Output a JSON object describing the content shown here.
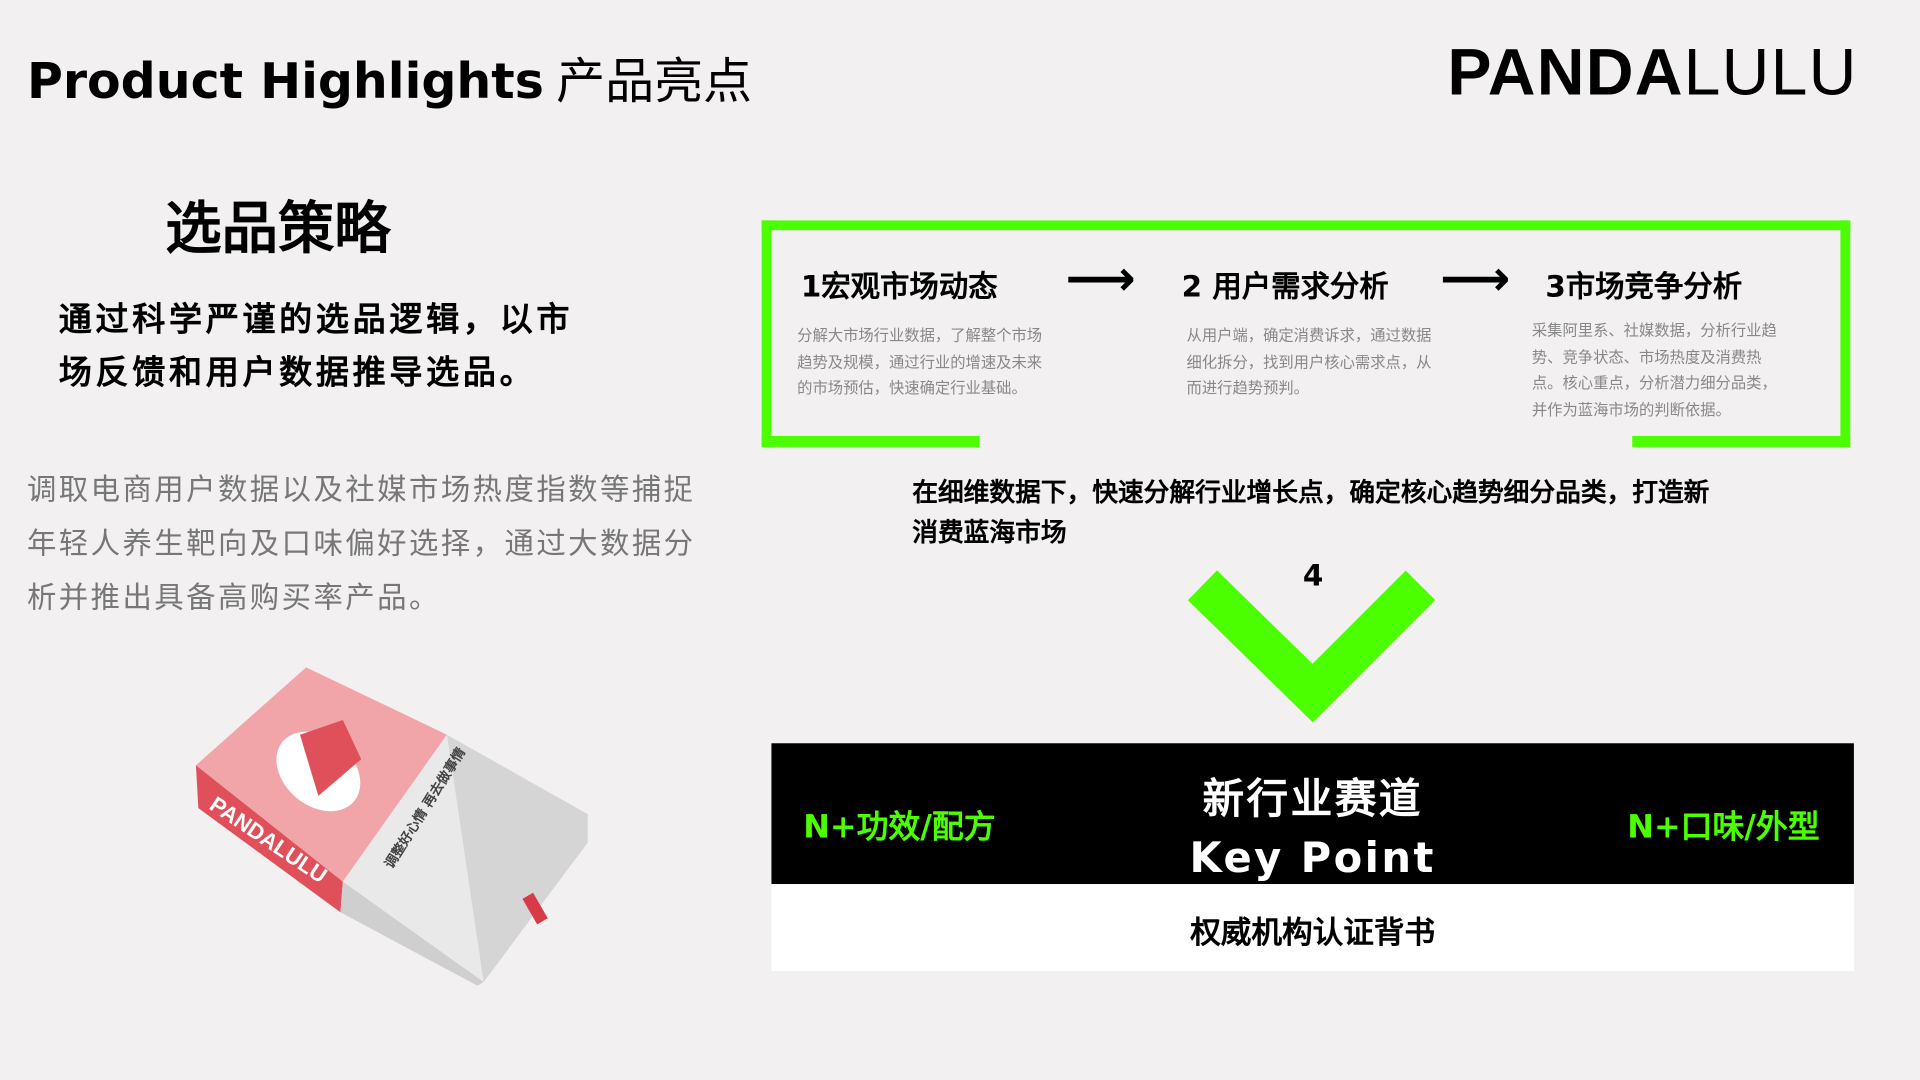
{
  "header": {
    "title_en": "Product Highlights",
    "title_cn": "产品亮点",
    "logo_bold": "PANDA",
    "logo_light": "LULU"
  },
  "left": {
    "heading": "选品策略",
    "lead": "通过科学严谨的选品逻辑，以市场反馈和用户数据推导选品。",
    "body": "调取电商用户数据以及社媒市场热度指数等捕捉年轻人养生靶向及口味偏好选择，通过大数据分析并推出具备高购买率产品。",
    "product_image": {
      "brand_text": "PANDALULU",
      "box_text": "调整好心情 再去做事情"
    }
  },
  "flow": {
    "steps": [
      {
        "title": "1宏观市场动态",
        "desc": "分解大市场行业数据，了解整个市场趋势及规模，通过行业的增速及未来的市场预估，快速确定行业基础。"
      },
      {
        "title": "2 用户需求分析",
        "desc": "从用户端，确定消费诉求，通过数据细化拆分，找到用户核心需求点，从而进行趋势预判。"
      },
      {
        "title": "3市场竞争分析",
        "desc": "采集阿里系、社媒数据，分析行业趋势、竞争状态、市场热度及消费热点。核心重点，分析潜力细分品类，并作为蓝海市场的判断依据。"
      }
    ],
    "arrow": "⟶",
    "summary": "在细维数据下，快速分解行业增长点，确定核心趋势细分品类，打造新消费蓝海市场",
    "step4": "4"
  },
  "keypoint": {
    "left": "N+功效/配方",
    "center_cn": "新行业赛道",
    "center_en": "Key Point",
    "right": "N+口味/外型",
    "footer": "权威机构认证背书"
  },
  "colors": {
    "accent": "#4cff00",
    "background": "#f2f0f0",
    "panel": "#000000"
  }
}
